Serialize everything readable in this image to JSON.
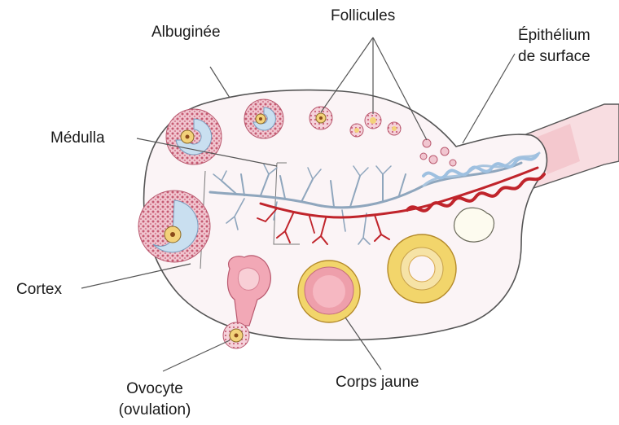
{
  "labels": {
    "albuginee": "Albuginée",
    "follicules": "Follicules",
    "epithelium_line1": "Épithélium",
    "epithelium_line2": "de surface",
    "medulla": "Médulla",
    "cortex": "Cortex",
    "ovocyte_line1": "Ovocyte",
    "ovocyte_line2": "(ovulation)",
    "corps_jaune": "Corps jaune"
  },
  "colors": {
    "ovary_fill": "#fbf4f6",
    "outline": "#555555",
    "follicle_pink": "#d47d8e",
    "antrum_blue": "#c9dff0",
    "oocyte_yellow": "#f3d27a",
    "vein_blue": "#8fb4d6",
    "artery_red": "#c0242b",
    "corpus_yellow": "#f2d56b",
    "corpus_pink": "#ee9fab",
    "leader_line": "#555555"
  }
}
